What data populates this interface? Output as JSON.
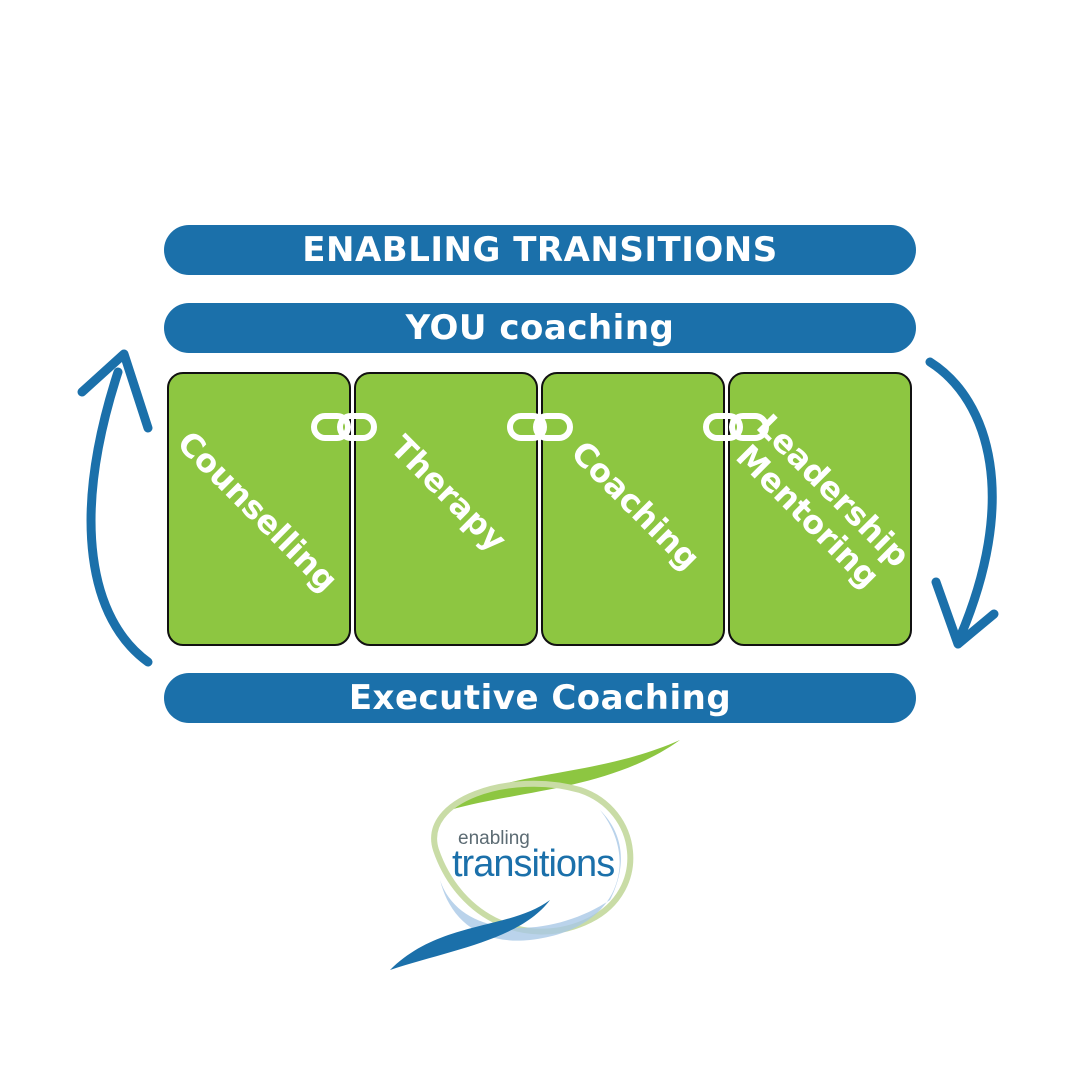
{
  "colors": {
    "blue": "#1b70aa",
    "green": "#8dc641",
    "white": "#ffffff"
  },
  "bars": {
    "top": "ENABLING TRANSITIONS",
    "middle": "YOU coaching",
    "bottom": "Executive Coaching"
  },
  "cards": [
    {
      "label": "Counselling"
    },
    {
      "label": "Therapy"
    },
    {
      "label": "Coaching"
    },
    {
      "label_line1": "Leadership",
      "label_line2": "Mentoring"
    }
  ],
  "icons": {
    "connector": "chain-link-icon",
    "cycle_left": "curved-arrow-up-icon",
    "cycle_right": "curved-arrow-down-icon"
  },
  "logo": {
    "line1": "enabling",
    "line2": "transitions"
  }
}
